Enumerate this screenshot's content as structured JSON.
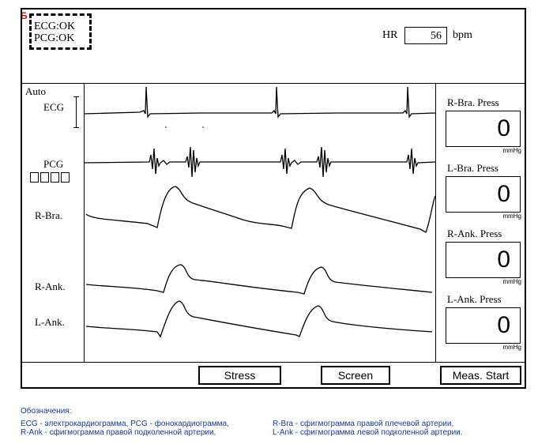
{
  "panel_label": "Б",
  "status": {
    "ecg": "ECG:OK",
    "pcg": "PCG:OK"
  },
  "heart_rate": {
    "label": "HR",
    "value": "56",
    "unit": "bpm"
  },
  "mode": "Auto",
  "channels": {
    "ecg": "ECG",
    "pcg": "PCG",
    "r_bra": "R-Bra.",
    "r_ank": "R-Ank.",
    "l_ank": "L-Ank."
  },
  "pressures": [
    {
      "title": "R-Bra. Press",
      "value": "0",
      "unit": "mmHg"
    },
    {
      "title": "L-Bra. Press",
      "value": "0",
      "unit": "mmHg"
    },
    {
      "title": "R-Ank. Press",
      "value": "0",
      "unit": "mmHg"
    },
    {
      "title": "L-Ank. Press",
      "value": "0",
      "unit": "mmHg"
    }
  ],
  "buttons": {
    "stress": "Stress",
    "screen": "Screen",
    "meas_start": "Meas. Start"
  },
  "legend": {
    "heading": "Обозначения:",
    "line1_left": "ECG - электрокардиограмма, PCG - фонокардиограмма,",
    "line1_right": "R-Bra - сфигмограмма правой плечевой артерии,",
    "line2_left": "R-Ank - сфигмограмма правой подколенной артерии,",
    "line2_right": "L-Ank - сфигмограмма левой подколенной артерии."
  }
}
